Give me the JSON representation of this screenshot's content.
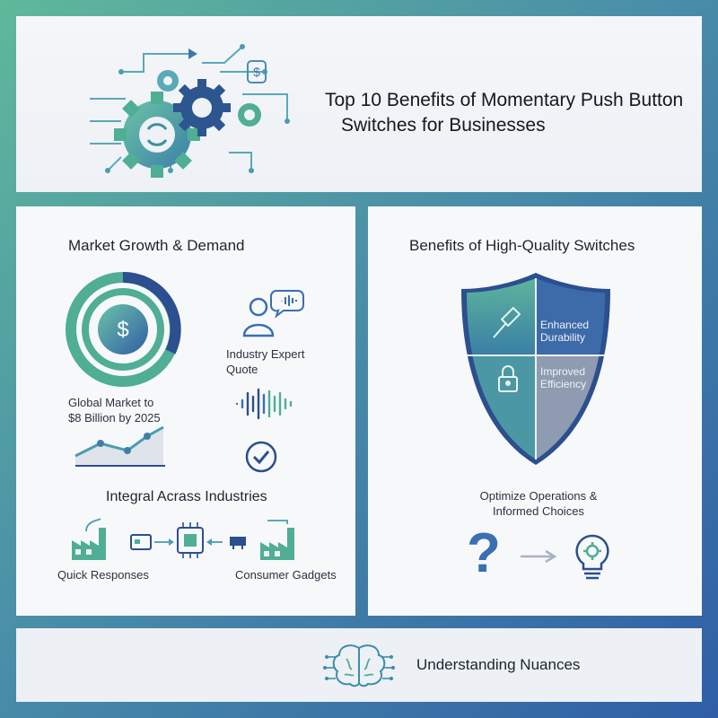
{
  "header": {
    "title_line1": "Top 10 Benefits of Momentary Push Button",
    "title_line2": "Switches for Businesses"
  },
  "left": {
    "heading": "Market Growth & Demand",
    "market_label_line1": "Global Market to",
    "market_label_line2": "$8 Billion by 2025",
    "currency_symbol": "$",
    "expert_label_line1": "Industry Expert",
    "expert_label_line2": "Quote",
    "industries_heading": "Integral Acrass Industries",
    "quick_label": "Quick Responses",
    "consumer_label": "Consumer Gadgets"
  },
  "right": {
    "heading": "Benefits of High-Quality Switches",
    "shield_top_line1": "Enhanced",
    "shield_top_line2": "Durability",
    "shield_bottom_line1": "Improved",
    "shield_bottom_line2": "Efficiency",
    "optimize_line1": "Optimize Operations &",
    "optimize_line2": "Informed Choices",
    "question_mark": "?"
  },
  "footer": {
    "label": "Understanding Nuances"
  },
  "icons": [
    "gears-icon",
    "dollar-icon",
    "donut-icon",
    "person-speech-icon",
    "waveform-icon",
    "checkmark-icon",
    "growth-chart-icon",
    "factory-icon",
    "chip-icon",
    "shield-icon",
    "hammer-icon",
    "lock-icon",
    "question-icon",
    "arrow-right-icon",
    "lightbulb-icon",
    "brain-icon"
  ],
  "colors": {
    "teal": "#4fae94",
    "navy": "#2b4f8f",
    "blue": "#3a6fb0"
  }
}
